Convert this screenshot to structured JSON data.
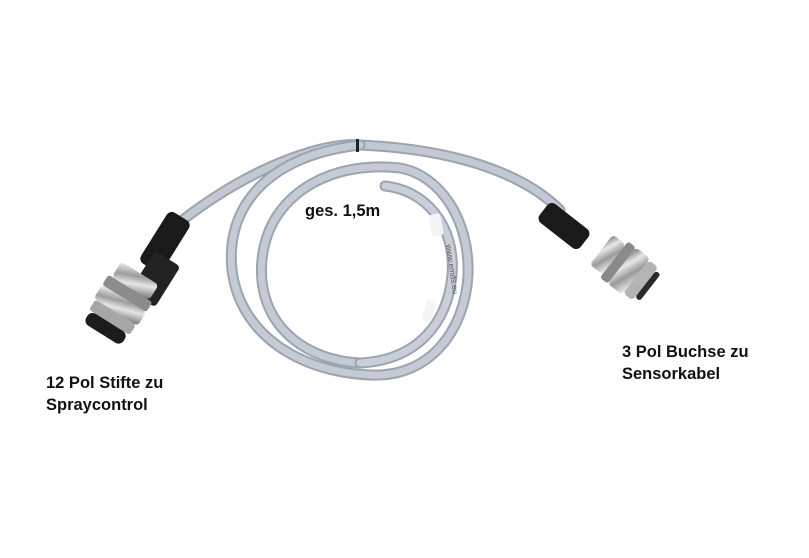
{
  "image": {
    "background": "#ffffff",
    "cable_color": "#b9c1cc",
    "sleeve_color": "#1a1a1a",
    "connector_color": "#c9c9c9"
  },
  "labels": {
    "length": "ges. 1,5m",
    "left_line1": "12 Pol Stifte zu",
    "left_line2": "Spraycontrol",
    "right_line1": "3 Pol Buchse zu",
    "right_line2": "Sensorkabel"
  },
  "cable_print": "www.emds.eu"
}
